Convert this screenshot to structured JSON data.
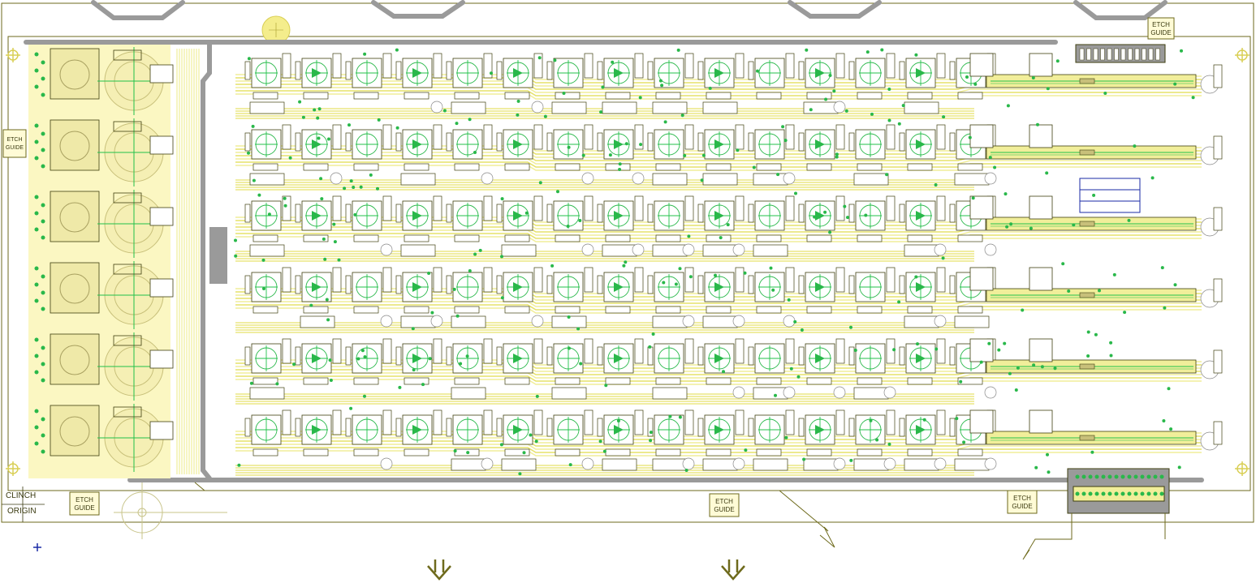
{
  "board": {
    "colors": {
      "outline": "#6e6a1c",
      "trace": "#e6e26a",
      "trace_light": "#f1ee9a",
      "pad_fill": "#fbf8c8",
      "component": "#3f3f10",
      "via": "#29b84a",
      "crosshair": "#21c24a",
      "rail": "#9a9a9a",
      "blue_marker": "#1a2aa6",
      "text": "#3a3a10"
    },
    "etch_label_top": "ETCH",
    "etch_label_bottom": "GUIDE",
    "clinch_label_top": "CLINCH",
    "clinch_label_bottom": "ORIGIN",
    "channel_count": 6,
    "stage_count": 18
  }
}
